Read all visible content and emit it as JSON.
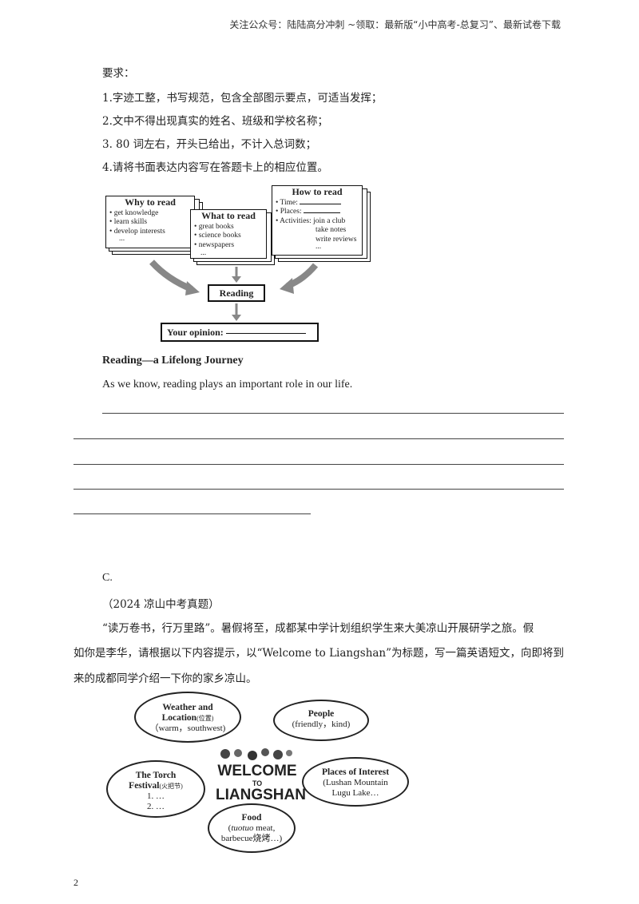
{
  "header": {
    "text": "关注公众号：陆陆高分冲刺   ~领取：最新版“小中高考-总复习”、最新试卷下载"
  },
  "requirements": {
    "title": "要求：",
    "items": [
      "1.字迹工整，书写规范，包含全部图示要点，可适当发挥；",
      "2.文中不得出现真实的姓名、班级和学校名称；",
      "3. 80 词左右，开头已给出，不计入总词数；",
      "4.请将书面表达内容写在答题卡上的相应位置。"
    ]
  },
  "diagram1": {
    "why": {
      "title": "Why to read",
      "items": [
        "• get knowledge",
        "• learn skills",
        "• develop interests",
        "..."
      ]
    },
    "what": {
      "title": "What to read",
      "items": [
        "• great books",
        "• science books",
        "• newspapers",
        "..."
      ]
    },
    "how": {
      "title": "How to read",
      "items": [
        "• Time:",
        "• Places:",
        "• Activities: join a club",
        "take notes",
        "write reviews",
        "..."
      ]
    },
    "center": "Reading",
    "opinion": "Your opinion:"
  },
  "essay": {
    "title": "Reading—a Lifelong Journey",
    "opening": "As we know, reading plays an important role in our life."
  },
  "sectionC": {
    "label": "C.",
    "source": "（2024 凉山中考真题）",
    "prompt_lines": [
      "“读万卷书，行万里路”。暑假将至，成都某中学计划组织学生来大美凉山开展研学之旅。假",
      "如你是李华，请根据以下内容提示，以“Welcome to Liangshan”为标题，写一篇英语短文，向即将到",
      "来的成都同学介绍一下你的家乡凉山。"
    ]
  },
  "diagram2": {
    "center_line1": "WELCOME",
    "center_to": "TO",
    "center_line2": "LIANGSHAN",
    "weather": {
      "t1": "Weather and",
      "t2": "Location",
      "cn": "(位置)",
      "sub": "（warm，southwest)"
    },
    "people": {
      "t": "People",
      "sub": "(friendly，kind)"
    },
    "torch": {
      "t1": "The Torch",
      "t2": "Festival",
      "cn": "(火把节)",
      "l1": "1. …",
      "l2": "2. …"
    },
    "places": {
      "t": "Places of Interest",
      "l1": "(Lushan Mountain",
      "l2": "Lugu Lake…"
    },
    "food": {
      "t": "Food",
      "l1a": "tuotuo",
      "l1b": " meat,",
      "l2": "barbecue烧烤…)"
    }
  },
  "page_number": "2"
}
